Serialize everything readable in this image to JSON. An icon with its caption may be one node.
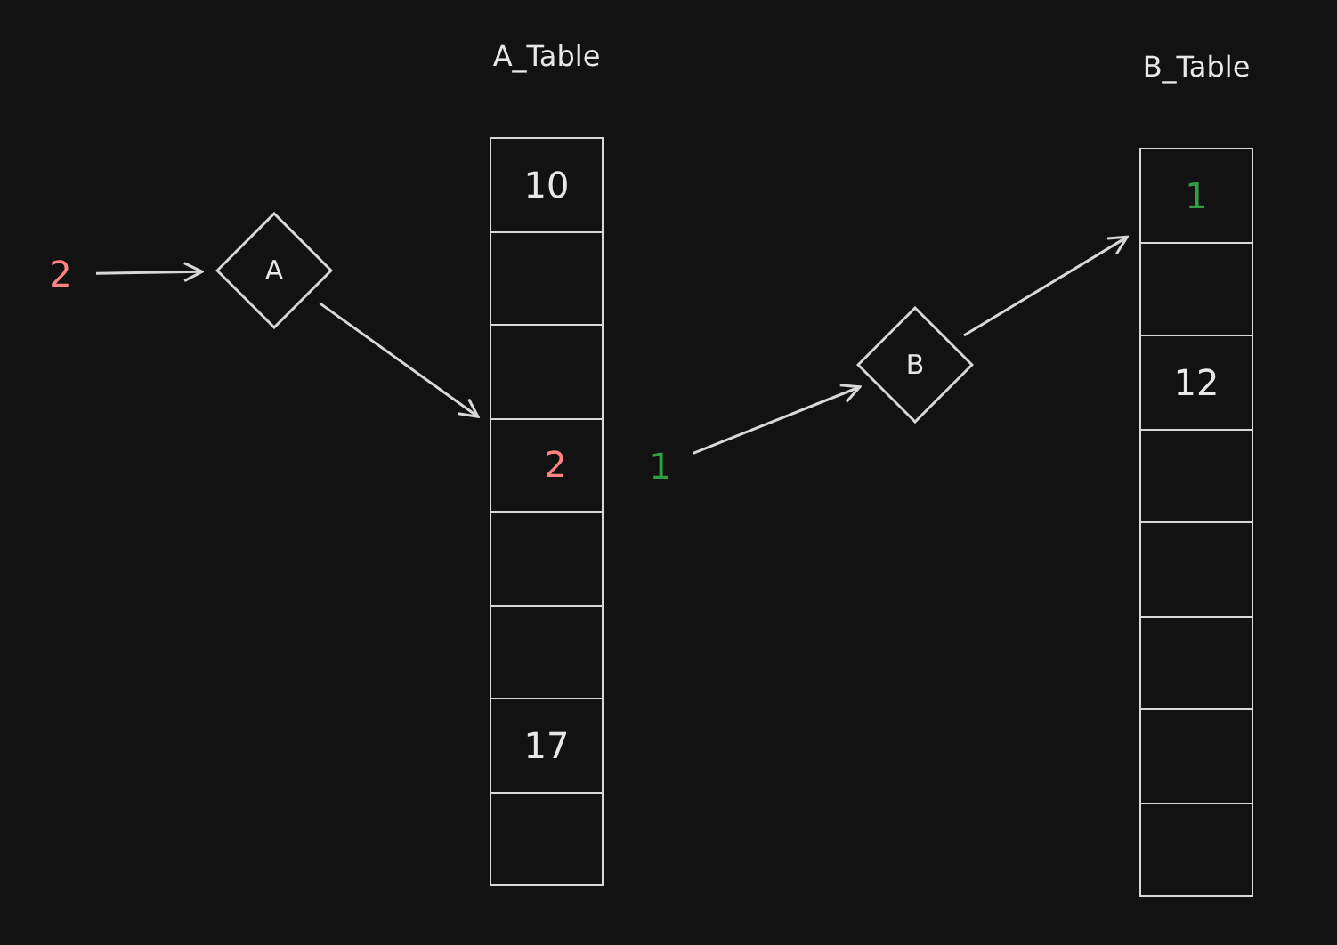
{
  "diagram": {
    "nodes": [
      {
        "text": [
          "2"
        ]
      },
      {
        "text": [
          "A"
        ]
      },
      {
        "text": [
          "A_Table"
        ]
      },
      {
        "text": [
          "10"
        ],
        "in": 2
      },
      {
        "text": [],
        "shape": "box",
        "in": 2
      },
      {
        "text": [],
        "shape": "box",
        "in": 2
      },
      {
        "text": [
          "2"
        ],
        "in": 2
      },
      {
        "text": [],
        "shape": "box",
        "in": 2
      },
      {
        "text": [],
        "shape": "box",
        "in": 2
      },
      {
        "text": [
          "17"
        ],
        "in": 2
      },
      {
        "text": [],
        "shape": "box",
        "in": 2
      },
      {
        "text": [
          "1"
        ]
      },
      {
        "text": [
          "B"
        ]
      },
      {
        "text": [
          "B_Table"
        ]
      },
      {
        "text": [
          "1"
        ],
        "in": 13
      },
      {
        "text": [],
        "shape": "box",
        "in": 13
      },
      {
        "text": [
          "12"
        ],
        "in": 13
      },
      {
        "text": [],
        "shape": "box",
        "in": 13
      },
      {
        "text": [],
        "shape": "box",
        "in": 13
      },
      {
        "text": [],
        "shape": "box",
        "in": 13
      },
      {
        "text": [],
        "shape": "box",
        "in": 13
      },
      {
        "text": [],
        "shape": "box",
        "in": 13
      }
    ],
    "edges": [
      {
        "from": 0,
        "to": 1,
        "arrow": "to"
      },
      {
        "from": 1,
        "to": 6,
        "arrow": "to"
      },
      {
        "from": 11,
        "to": 12,
        "arrow": "to"
      },
      {
        "from": 12,
        "to": 14,
        "arrow": "to"
      }
    ]
  }
}
